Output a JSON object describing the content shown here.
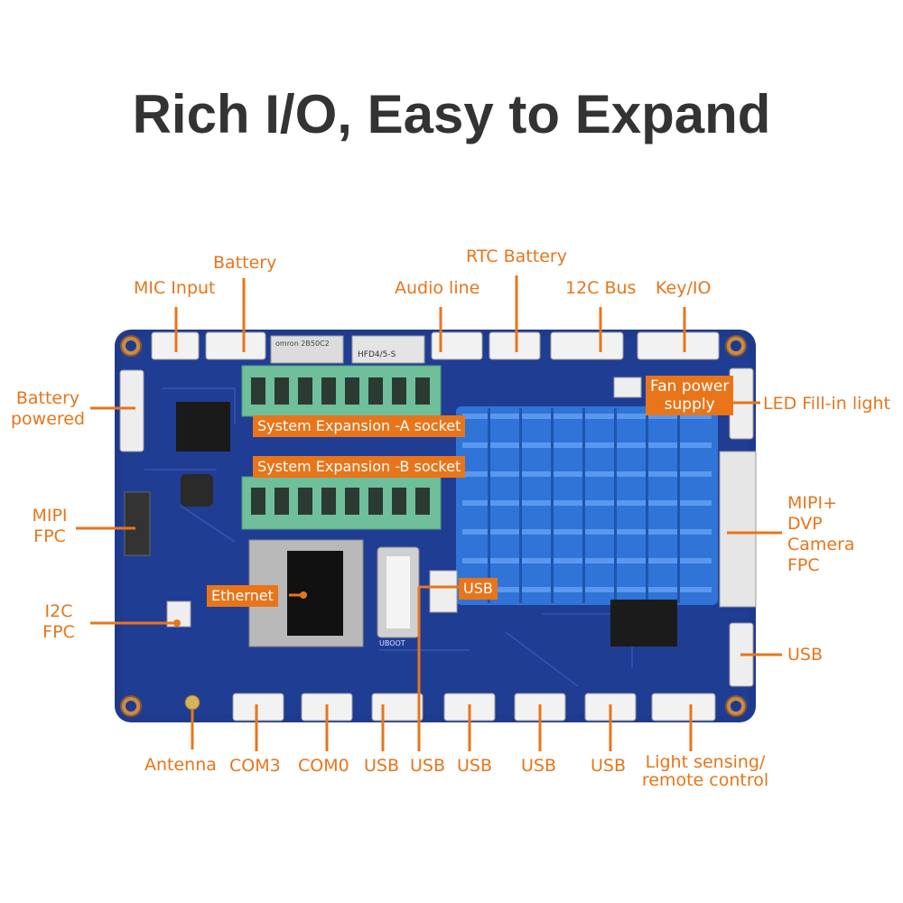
{
  "title": "Rich I/O, Easy to Expand",
  "colors": {
    "accent": "#e8751a",
    "board": "#1e3a8c",
    "heatsink": "#2f74d6",
    "terminal": "#6fbf9a",
    "title": "#333333"
  },
  "callouts": {
    "mic_input": "MIC Input",
    "battery": "Battery",
    "audio_line": "Audio line",
    "rtc_battery": "RTC Battery",
    "i2c_bus": "12C Bus",
    "key_io": "Key/IO",
    "battery_powered": "Battery\npowered",
    "led_fill_light": "LED Fill-in light",
    "fan_power": "Fan power\nsupply",
    "expansion_a": "System Expansion -A socket",
    "expansion_b": "System Expansion -B socket",
    "mipi_fpc": "MIPI\nFPC",
    "mipi_dvp": "MIPI+\nDVP\nCamera\nFPC",
    "ethernet": "Ethernet",
    "usb_inner": "USB",
    "i2c_fpc": "I2C\nFPC",
    "usb_right": "USB",
    "antenna": "Antenna",
    "com3": "COM3",
    "com0": "COM0",
    "usb_b1": "USB",
    "usb_b2": "USB",
    "usb_b3": "USB",
    "usb_b4": "USB",
    "usb_b5": "USB",
    "light_sensing": "Light sensing/\nremote control"
  },
  "silkscreen": {
    "u_boot": "UBOOT",
    "relay_1": "HFD4/5-S",
    "chip_1": "omron 2B50C2"
  }
}
